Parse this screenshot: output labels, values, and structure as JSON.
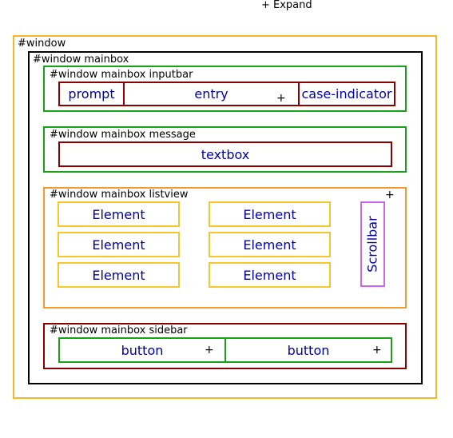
{
  "expand_label": "+ Expand",
  "window": {
    "label": "#window"
  },
  "mainbox": {
    "label": "#window mainbox"
  },
  "inputbar": {
    "label": "#window mainbox inputbar",
    "prompt": "prompt",
    "entry": "entry",
    "case_indicator": "case-indicator",
    "plus": "+"
  },
  "message": {
    "label": "#window mainbox message",
    "textbox": "textbox"
  },
  "listview": {
    "label": "#window mainbox listview",
    "plus": "+",
    "elements": [
      "Element",
      "Element",
      "Element",
      "Element",
      "Element",
      "Element"
    ],
    "scrollbar": "Scrollbar"
  },
  "sidebar": {
    "label": "#window mainbox sidebar",
    "buttons": [
      "button",
      "button"
    ],
    "plus": "+"
  },
  "colors": {
    "window": "#f7b52c",
    "mainbox": "#000000",
    "inputbar": "#1aa11a",
    "inputbar_children": "#8b0000",
    "message": "#1aa11a",
    "textbox": "#8b0000",
    "listview": "#f79a2c",
    "element": "#f7c52c",
    "scrollbar": "#cc66ee",
    "sidebar": "#8b0000",
    "button": "#1aa11a",
    "text": "#0000aa"
  }
}
